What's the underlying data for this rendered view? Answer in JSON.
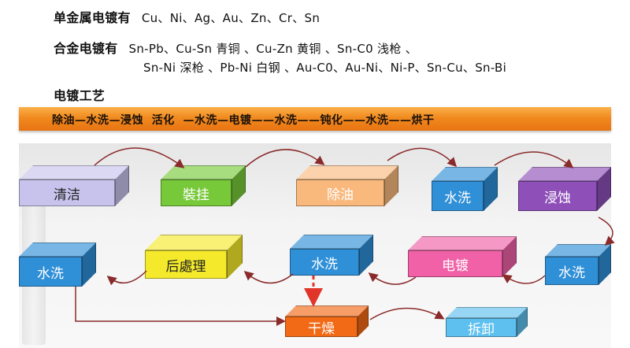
{
  "lines": {
    "single_label": "单金属电镀有",
    "single_items": "Cu、Ni、Ag、Au、Zn、Cr、Sn",
    "alloy_label": "合金电镀有",
    "alloy_items_1": "Sn-Pb、Cu-Sn  青铜  、Cu-Zn  黄铜  、Sn-C0  浅枪  、",
    "alloy_items_2": "Sn-Ni  深枪  、Pb-Ni  白钢  、Au-C0、Au-Ni、Ni-P、Sn-Cu、Sn-Bi",
    "process_label": "电镀工艺"
  },
  "process_bar": "除油—水洗—浸蚀  活化  —水洗—电镀——水洗——钝化——水洗——烘干",
  "boxes": {
    "clean": "清洁",
    "hang": "裝挂",
    "degrease": "除油",
    "wash1": "水洗",
    "etch": "浸蚀",
    "wash_left": "水洗",
    "post": "后處理",
    "wash_mid": "水洗",
    "plate": "电镀",
    "wash_right": "水洗",
    "dry": "干燥",
    "unload": "拆卸"
  },
  "colors": {
    "clean": "#c7c3ec",
    "hang": "#78c93a",
    "degrease": "#f9b97d",
    "wash": "#2f8fd7",
    "etch": "#8e4fb8",
    "post": "#f4ea2b",
    "plate": "#f061a7",
    "dry": "#f26a16",
    "unload": "#5ec0ee",
    "arrow": "#8a2a2a",
    "dash_arrow": "#e2352a"
  }
}
